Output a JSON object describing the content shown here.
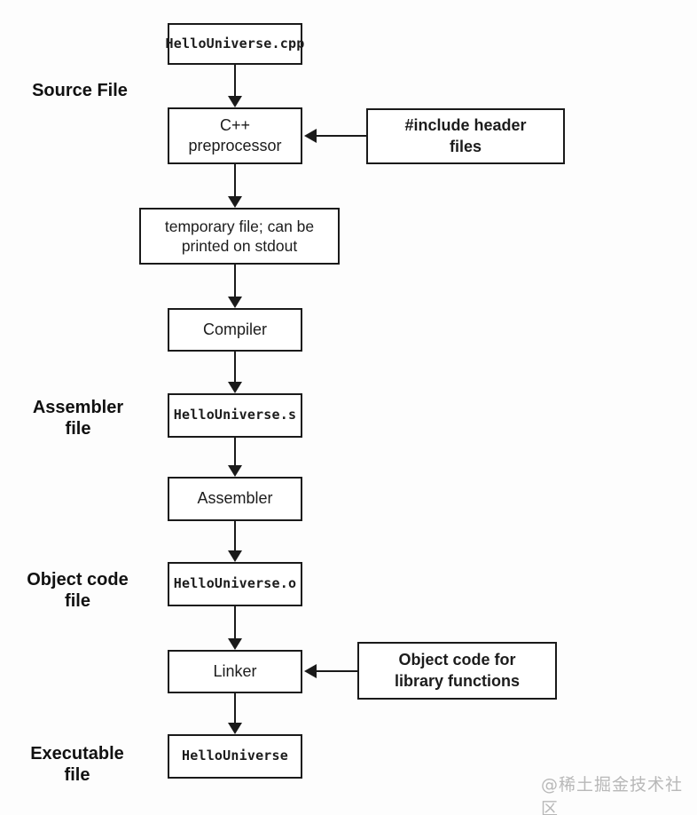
{
  "flowchart": {
    "nodes": {
      "source_file": {
        "label": "HelloUniverse.cpp"
      },
      "preprocessor": {
        "label": "C++\npreprocessor"
      },
      "temp_file": {
        "label": "temporary file; can be\nprinted on stdout"
      },
      "compiler": {
        "label": "Compiler"
      },
      "assembly_file": {
        "label": "HelloUniverse.s"
      },
      "assembler": {
        "label": "Assembler"
      },
      "object_file": {
        "label": "HelloUniverse.o"
      },
      "linker": {
        "label": "Linker"
      },
      "executable": {
        "label": "HelloUniverse"
      },
      "include_headers": {
        "label": "#include header\nfiles"
      },
      "library_objects": {
        "label": "Object code for\nlibrary functions"
      }
    },
    "stage_labels": {
      "source": "Source File",
      "assembler": "Assembler\nfile",
      "object_code": "Object code\nfile",
      "executable": "Executable\nfile"
    },
    "edges": [
      {
        "from": "source_file",
        "to": "preprocessor"
      },
      {
        "from": "include_headers",
        "to": "preprocessor"
      },
      {
        "from": "preprocessor",
        "to": "temp_file"
      },
      {
        "from": "temp_file",
        "to": "compiler"
      },
      {
        "from": "compiler",
        "to": "assembly_file"
      },
      {
        "from": "assembly_file",
        "to": "assembler"
      },
      {
        "from": "assembler",
        "to": "object_file"
      },
      {
        "from": "object_file",
        "to": "linker"
      },
      {
        "from": "library_objects",
        "to": "linker"
      },
      {
        "from": "linker",
        "to": "executable"
      }
    ]
  },
  "watermark": "@稀土掘金技术社区",
  "colors": {
    "line": "#1a1a1a",
    "box_fill": "#ffffff",
    "watermark_gray": "#b8b8b8"
  }
}
